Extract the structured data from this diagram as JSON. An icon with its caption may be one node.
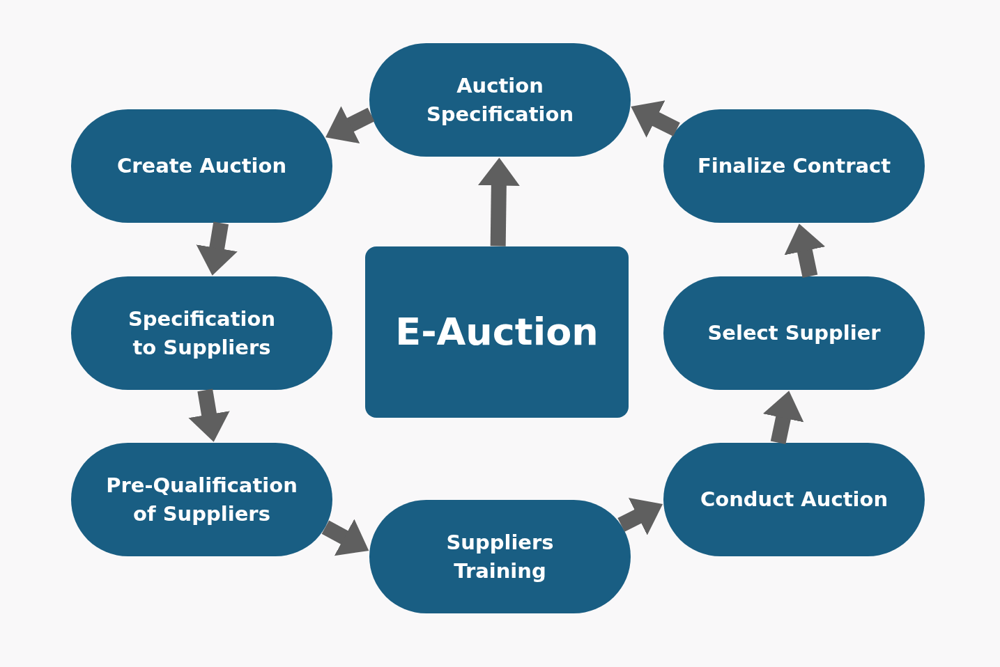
{
  "diagram": {
    "nodes": [
      {
        "text": [
          "Auction Specification"
        ]
      },
      {
        "text": [
          "Create Auction"
        ]
      },
      {
        "text": [
          "Finalize Contract"
        ]
      },
      {
        "text": [
          "E-Auction"
        ]
      },
      {
        "text": [
          "Specification to Suppliers"
        ]
      },
      {
        "text": [
          "Select Supplier"
        ]
      },
      {
        "text": [
          "Pre-Qualification of Suppliers"
        ]
      },
      {
        "text": [
          "Suppliers Training"
        ]
      },
      {
        "text": [
          "Conduct Auction"
        ]
      }
    ],
    "edges": [
      {
        "from": 3,
        "to": 0,
        "arrow": "to"
      },
      {
        "from": 0,
        "to": 1,
        "arrow": "to"
      },
      {
        "from": 1,
        "to": 4,
        "arrow": "to"
      },
      {
        "from": 4,
        "to": 6,
        "arrow": "to"
      },
      {
        "from": 6,
        "to": 7,
        "arrow": "to"
      },
      {
        "from": 7,
        "to": 8,
        "arrow": "to"
      },
      {
        "from": 8,
        "to": 5,
        "arrow": "to"
      },
      {
        "from": 5,
        "to": 2,
        "arrow": "to"
      },
      {
        "from": 2,
        "to": 0,
        "arrow": "to"
      }
    ]
  }
}
